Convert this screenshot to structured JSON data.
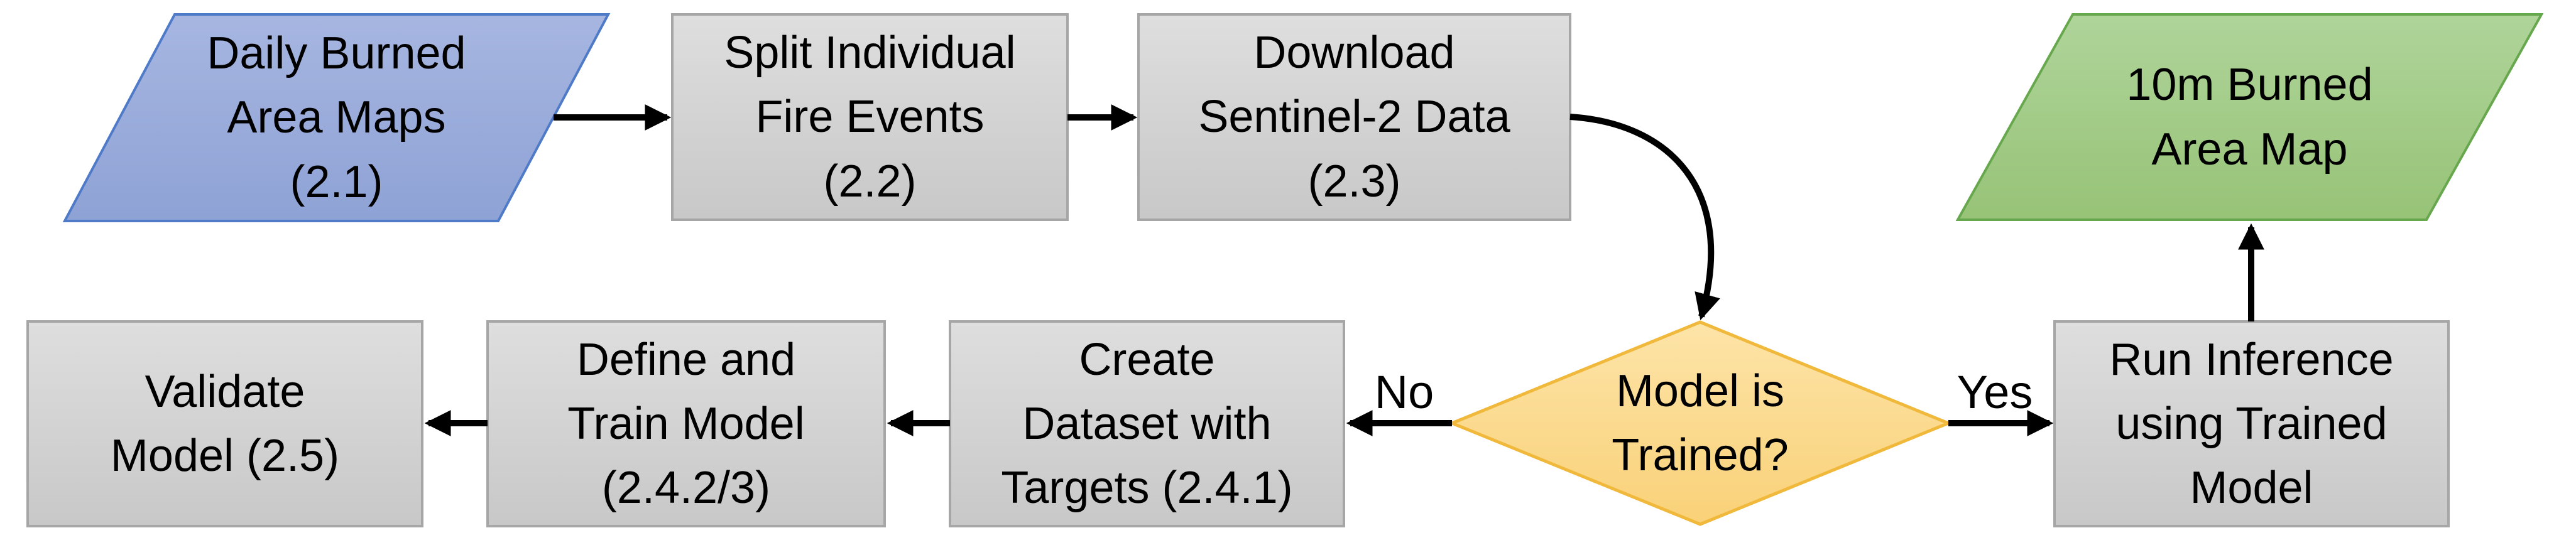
{
  "diagram": {
    "background": "#FFFFFF",
    "arrow_color": "#000000",
    "text_color": "#000000",
    "nodes": {
      "daily_burned_maps": {
        "shape": "parallelogram",
        "fill": "#9FB0DD",
        "border": "#4E7AC7",
        "lines": [
          "Daily Burned",
          "Area Maps",
          "(2.1)"
        ]
      },
      "split_fire_events": {
        "shape": "rectangle",
        "fill": "#D5D5D5",
        "border": "#A6A6A6",
        "lines": [
          "Split Individual",
          "Fire Events",
          "(2.2)"
        ]
      },
      "download_sentinel2": {
        "shape": "rectangle",
        "fill": "#D5D5D5",
        "border": "#A6A6A6",
        "lines": [
          "Download",
          "Sentinel-2 Data",
          "(2.3)"
        ]
      },
      "model_is_trained": {
        "shape": "diamond",
        "fill": "#FBD98E",
        "border": "#F0B93C",
        "lines": [
          "Model is",
          "Trained?"
        ]
      },
      "burned_area_map_10m": {
        "shape": "parallelogram",
        "fill": "#A6CE8D",
        "border": "#67A74D",
        "lines": [
          "10m Burned",
          "Area Map"
        ]
      },
      "validate_model": {
        "shape": "rectangle",
        "fill": "#D5D5D5",
        "border": "#A6A6A6",
        "lines": [
          "Validate",
          "Model (2.5)"
        ]
      },
      "define_train_model": {
        "shape": "rectangle",
        "fill": "#D5D5D5",
        "border": "#A6A6A6",
        "lines": [
          "Define and",
          "Train Model",
          "(2.4.2/3)"
        ]
      },
      "create_dataset_targets": {
        "shape": "rectangle",
        "fill": "#D5D5D5",
        "border": "#A6A6A6",
        "lines": [
          "Create",
          "Dataset with",
          "Targets (2.4.1)"
        ]
      },
      "run_inference": {
        "shape": "rectangle",
        "fill": "#D5D5D5",
        "border": "#A6A6A6",
        "lines": [
          "Run Inference",
          "using Trained",
          "Model"
        ]
      }
    },
    "edges": [
      {
        "from": "daily_burned_maps",
        "to": "split_fire_events",
        "label": ""
      },
      {
        "from": "split_fire_events",
        "to": "download_sentinel2",
        "label": ""
      },
      {
        "from": "download_sentinel2",
        "to": "model_is_trained",
        "label": ""
      },
      {
        "from": "model_is_trained",
        "to": "create_dataset_targets",
        "label": "No"
      },
      {
        "from": "create_dataset_targets",
        "to": "define_train_model",
        "label": ""
      },
      {
        "from": "define_train_model",
        "to": "validate_model",
        "label": ""
      },
      {
        "from": "model_is_trained",
        "to": "run_inference",
        "label": "Yes"
      },
      {
        "from": "run_inference",
        "to": "burned_area_map_10m",
        "label": ""
      }
    ]
  }
}
